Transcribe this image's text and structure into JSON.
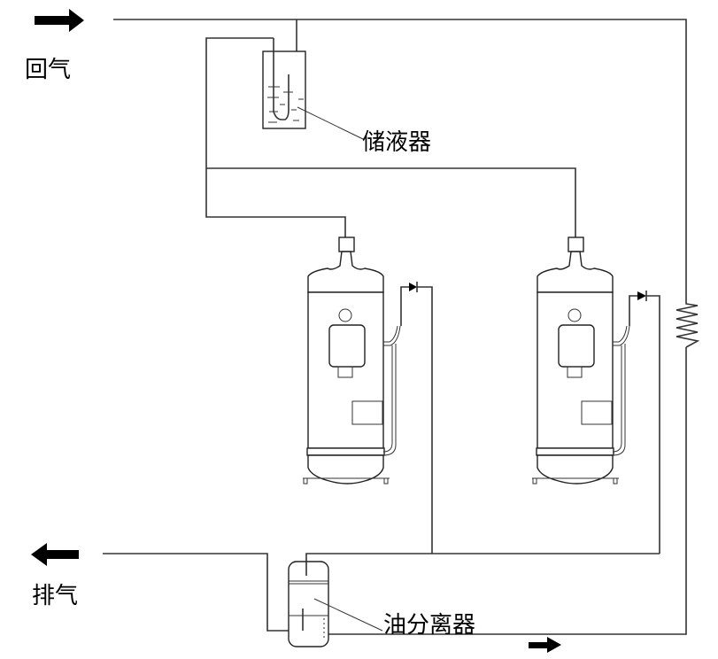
{
  "diagram": {
    "labels": {
      "return_gas": "回气",
      "discharge_gas": "排气",
      "accumulator": "储液器",
      "oil_separator": "油分离器"
    },
    "components": [
      {
        "id": "accumulator",
        "type": "liquid-receiver"
      },
      {
        "id": "compressor-1",
        "type": "scroll-compressor"
      },
      {
        "id": "compressor-2",
        "type": "scroll-compressor"
      },
      {
        "id": "check-valve-1",
        "type": "diode-check-valve"
      },
      {
        "id": "check-valve-2",
        "type": "diode-check-valve"
      },
      {
        "id": "heater",
        "type": "resistor"
      },
      {
        "id": "oil-separator",
        "type": "oil-separator"
      }
    ],
    "arrows": [
      {
        "id": "return-gas-arrow",
        "direction": "right"
      },
      {
        "id": "discharge-gas-arrow",
        "direction": "left"
      },
      {
        "id": "oil-return-arrow",
        "direction": "right"
      }
    ],
    "colors": {
      "line": "#333333",
      "fill": "#000000",
      "background": "#ffffff"
    }
  }
}
